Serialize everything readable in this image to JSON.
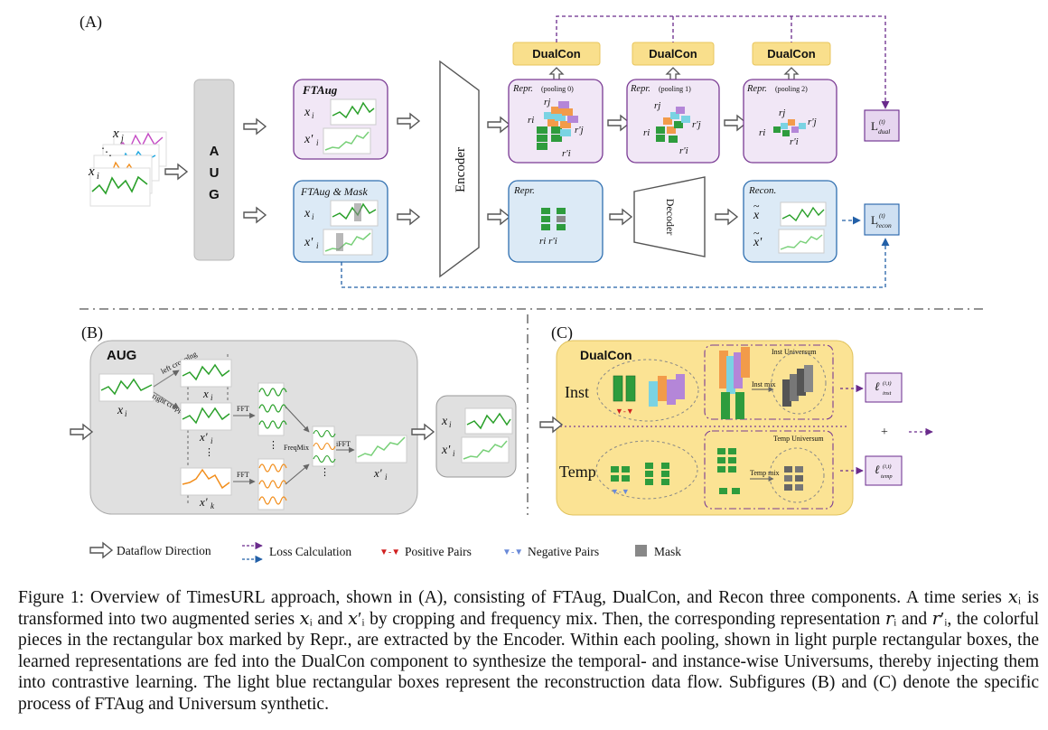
{
  "panel_a": {
    "label": "(A)",
    "input_xi": "x",
    "input_xj": "x",
    "aug": [
      "A",
      "U",
      "G"
    ],
    "ftaug_title": "FTAug",
    "ftaug_mask_title": "FTAug & Mask",
    "xi": "x",
    "xpi": "x'",
    "encoder": "Encoder",
    "decoder": "Decoder",
    "dualcon": "DualCon",
    "repr": "Repr.",
    "pool0": "(pooling 0)",
    "pool1": "(pooling 1)",
    "pool2": "(pooling 2)",
    "recon": "Recon.",
    "loss_dual": "L",
    "loss_recon": "L"
  },
  "panel_b": {
    "label": "(B)",
    "title": "AUG",
    "left_crop": "left cropping",
    "right_crop": "right cropping",
    "fft": "FFT",
    "ifft": "iFFT",
    "freqmix": "FreqMix",
    "xi": "x",
    "xpi": "x'",
    "xpk": "x'",
    "dots": "⋮"
  },
  "panel_c": {
    "label": "(C)",
    "title": "DualCon",
    "inst": "Inst",
    "temp": "Temp",
    "inst_universum": "Inst Universum",
    "temp_universum": "Temp Universum",
    "inst_mix": "Inst mix",
    "temp_mix": "Temp mix",
    "plus": "+",
    "loss": "ℓ"
  },
  "legend": {
    "dataflow": "Dataflow Direction",
    "loss": "Loss Calculation",
    "pos": "Positive Pairs",
    "neg": "Negative Pairs",
    "mask": "Mask"
  },
  "caption": "Figure 1: Overview of TimesURL approach, shown in (A), consisting of FTAug, DualCon, and Recon three components. A time series 𝑥ᵢ is transformed into two augmented series 𝑥ᵢ and 𝑥′ᵢ by cropping and frequency mix. Then, the corresponding representation 𝑟ᵢ and 𝑟′ᵢ, the colorful pieces in the rectangular box marked by Repr., are extracted by the Encoder. Within each pooling, shown in light purple rectangular boxes, the learned representations are fed into the DualCon component to synthesize the temporal- and instance-wise Universums, thereby injecting them into contrastive learning. The light blue rectangular boxes represent the reconstruction data flow. Subfigures (B) and (C) denote the specific process of FTAug and Universum synthetic.",
  "colors": {
    "purple_box": "#f1e7f6",
    "purple_edge": "#7a3b94",
    "blue_box": "#dceaf6",
    "blue_edge": "#2f6fb0",
    "dualcon_fill": "#f9df8c",
    "gray_block": "#d8d8d8",
    "green_series": "#2aa02a",
    "orange_series": "#f28e1c",
    "yellow_panel": "#fbe394"
  }
}
